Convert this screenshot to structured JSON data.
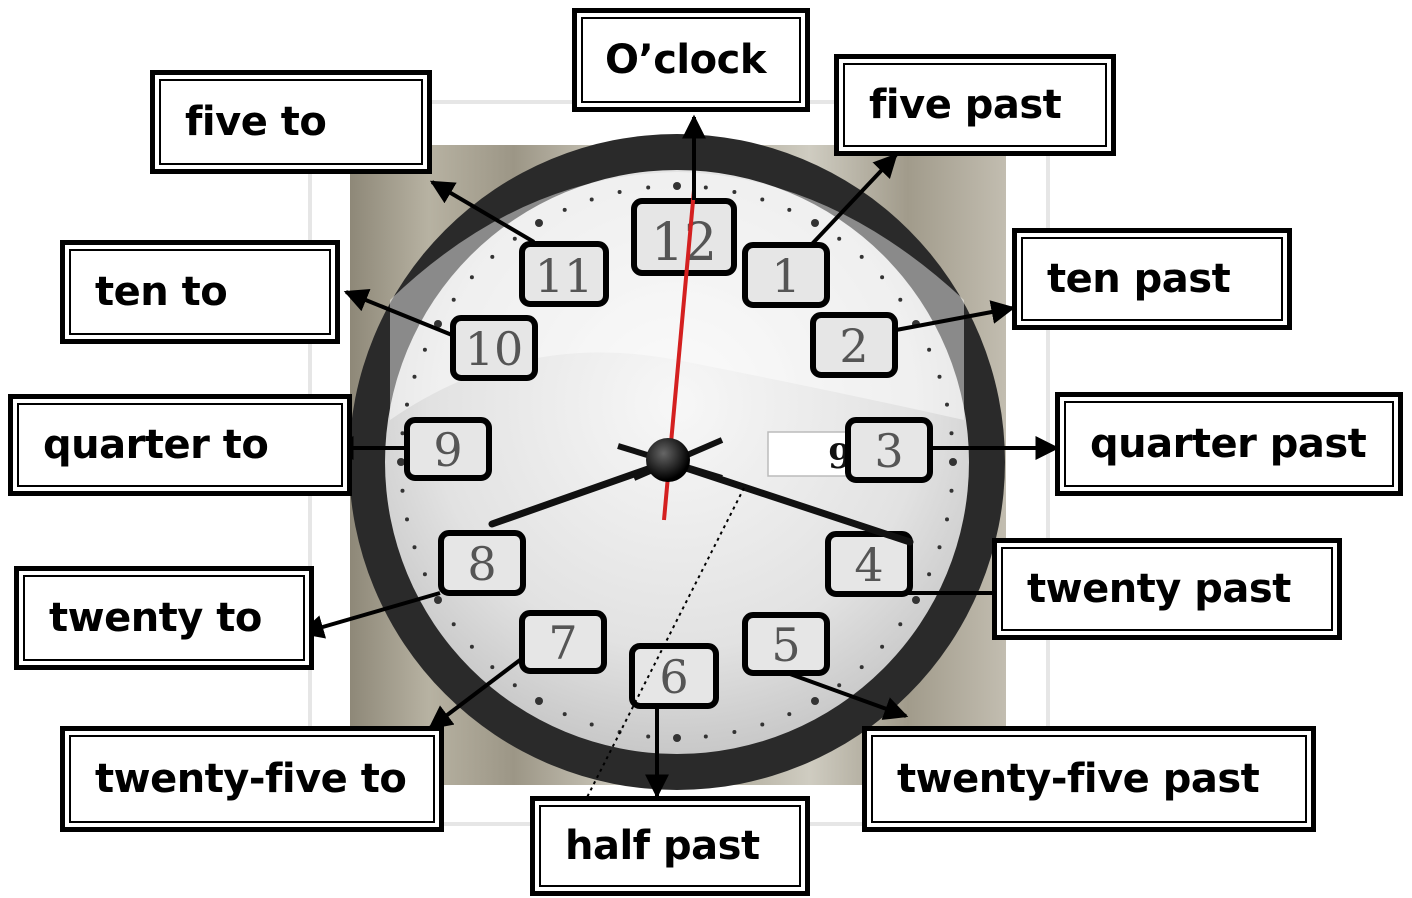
{
  "labels": {
    "oclock": "O’clock",
    "five_past": "five past",
    "ten_past": "ten past",
    "quarter_past": "quarter past",
    "twenty_past": "twenty past",
    "twenty_five_past": "twenty-five past",
    "half_past": "half past",
    "twenty_five_to": "twenty-five to",
    "twenty_to": "twenty to",
    "quarter_to": "quarter to",
    "ten_to": "ten to",
    "five_to": "five to"
  },
  "clock": {
    "numerals": [
      "12",
      "1",
      "2",
      "3",
      "4",
      "5",
      "6",
      "7",
      "8",
      "9",
      "10",
      "11"
    ],
    "date_window": "9",
    "hands_color": "#111111",
    "second_hand_color": "#d42020",
    "bezel_color": "#2a2a2a"
  }
}
